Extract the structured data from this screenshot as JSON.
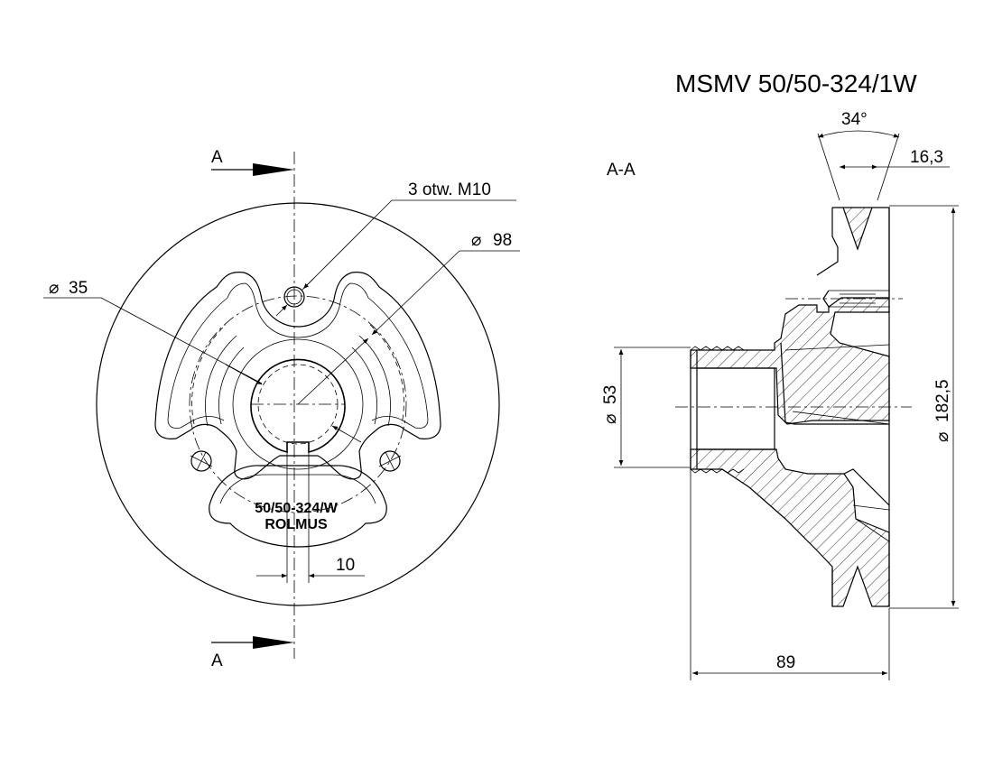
{
  "title": "MSMV 50/50-324/1W",
  "section_label": "A-A",
  "cut_labels": {
    "top": "A",
    "bottom": "A"
  },
  "front_view": {
    "holes_note": "3 otw. M10",
    "dia_outer_bore": "98",
    "dia_bore": "35",
    "keyway_width": "10",
    "marking_line1": "50/50-324/W",
    "marking_line2": "ROLMUS"
  },
  "section_view": {
    "groove_angle": "34°",
    "groove_width": "16,3",
    "dia_shaft": "53",
    "dia_pulley": "182,5",
    "length": "89"
  },
  "symbols": {
    "diameter": "⌀"
  }
}
